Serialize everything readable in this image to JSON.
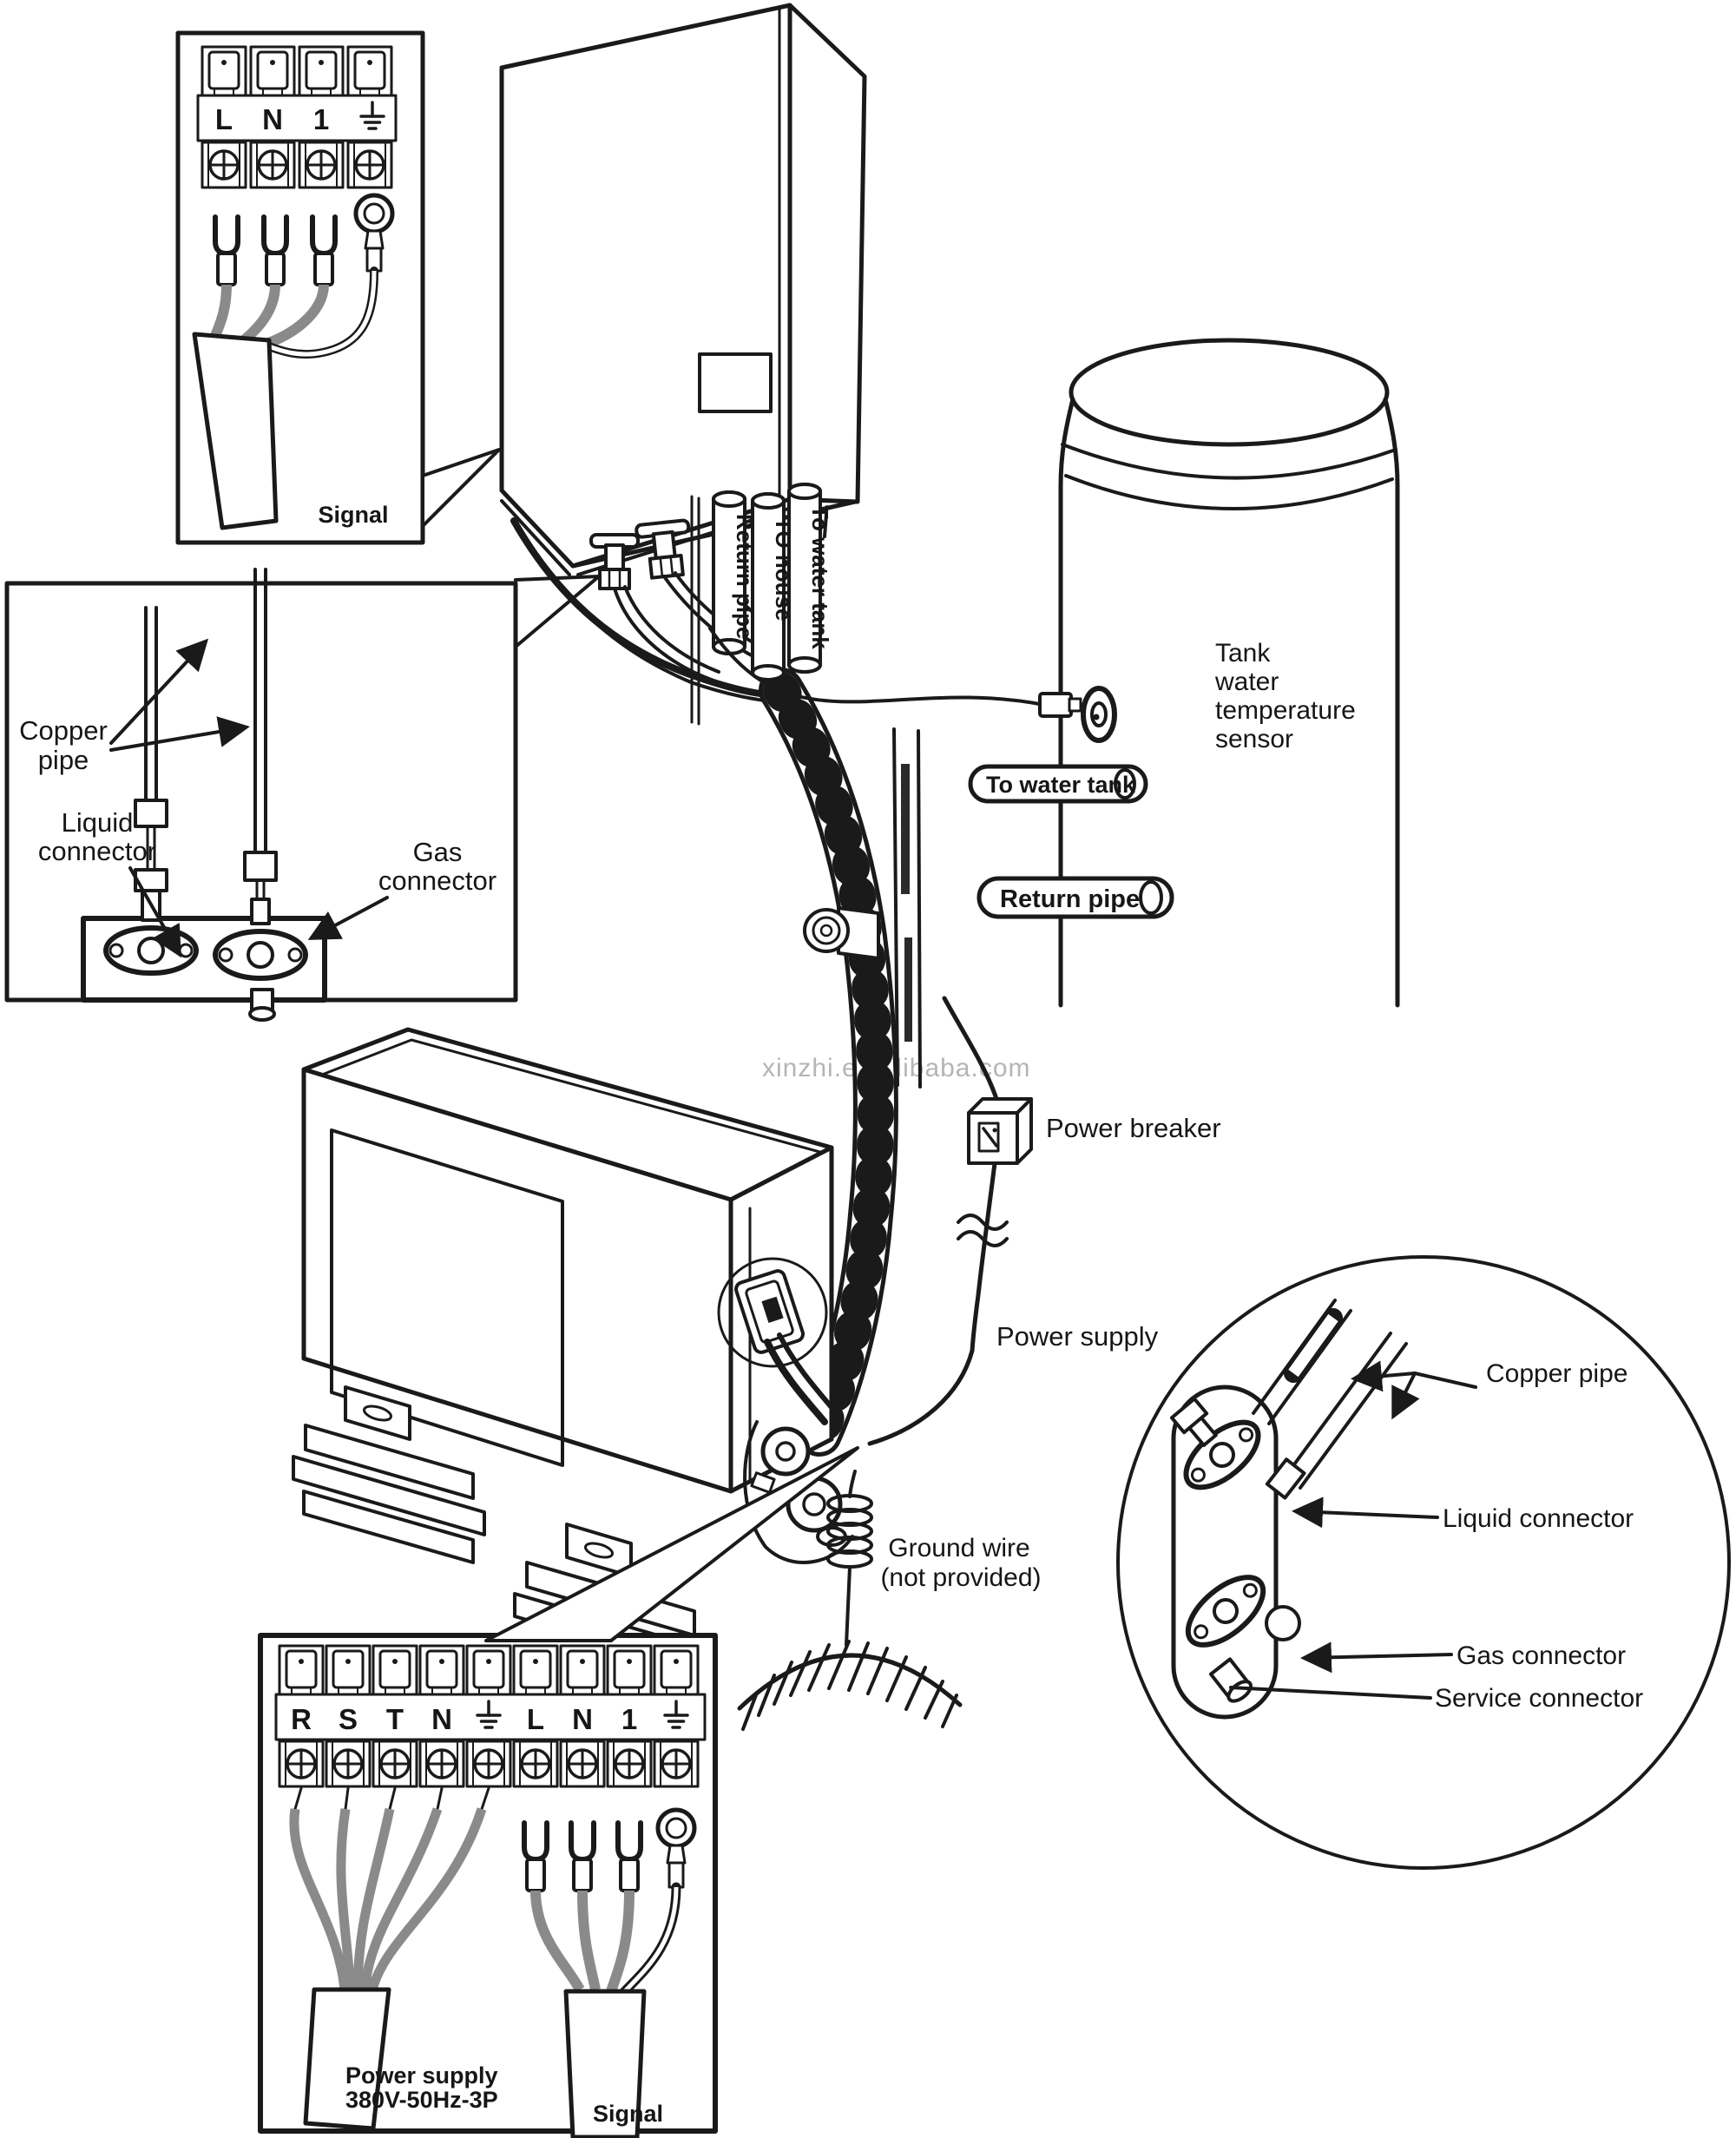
{
  "watermark": "xinzhi.en.alibaba.com",
  "signal_panel": {
    "terminals": [
      "L",
      "N",
      "1"
    ],
    "label": "Signal"
  },
  "connector_box": {
    "copper_pipe": [
      "Copper",
      "pipe"
    ],
    "liquid": [
      "Liquid",
      "connector"
    ],
    "gas": [
      "Gas",
      "connector"
    ]
  },
  "indoor_pipes": {
    "return": "Return pipe",
    "house": "TO house",
    "tank": "To water tank"
  },
  "tank": {
    "sensor_label": [
      "Tank",
      "water",
      "temperature",
      "sensor"
    ],
    "to_water_tank": "To water tank",
    "return_pipe": "Return pipe"
  },
  "labels": {
    "power_breaker": "Power breaker",
    "power_supply": "Power supply",
    "ground": [
      "Ground wire",
      "(not provided)"
    ]
  },
  "detail_circle": {
    "copper": "Copper pipe",
    "liquid": "Liquid connector",
    "gas": "Gas connector",
    "service": "Service connector"
  },
  "power_panel": {
    "power_terminals": [
      "R",
      "S",
      "T",
      "N"
    ],
    "signal_terminals": [
      "L",
      "N",
      "1"
    ],
    "supply": [
      "Power supply",
      "380V-50Hz-3P"
    ],
    "label": "Signal"
  }
}
